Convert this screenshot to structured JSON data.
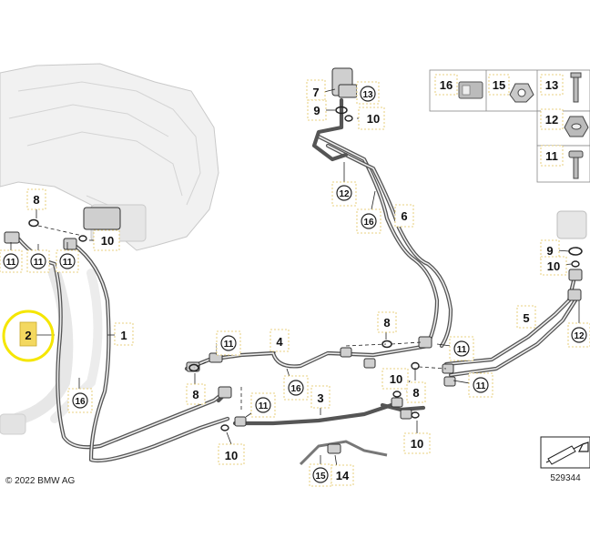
{
  "copyright": "© 2022 BMW AG",
  "diagram_number": "529344",
  "highlight": {
    "label": "2",
    "color": "#f5e600",
    "tag_color": "#f3d860"
  },
  "colors": {
    "pipe": "#555555",
    "lead": "#222222",
    "engine": "#f1f1f1"
  },
  "callouts": {
    "p1": "1",
    "p2": "2",
    "p3": "3",
    "p4": "4",
    "p5": "5",
    "p6": "6",
    "p7": "7",
    "p8a": "8",
    "p8b": "8",
    "p8c": "8",
    "p8d": "8",
    "p9a": "9",
    "p9b": "9",
    "p10a": "10",
    "p10b": "10",
    "p10c": "10",
    "p10d": "10",
    "p10e": "10",
    "p10f": "10",
    "p11a": "11",
    "p11b": "11",
    "p11c": "11",
    "p11d": "11",
    "p11e": "11",
    "p11f": "11",
    "p12a": "12",
    "p12b": "12",
    "p13": "13",
    "p14": "14",
    "p15": "15",
    "p16a": "16",
    "p16b": "16",
    "p16c": "16"
  },
  "legend": {
    "l16": "16",
    "l15": "15",
    "l13": "13",
    "l12": "12",
    "l11": "11"
  }
}
